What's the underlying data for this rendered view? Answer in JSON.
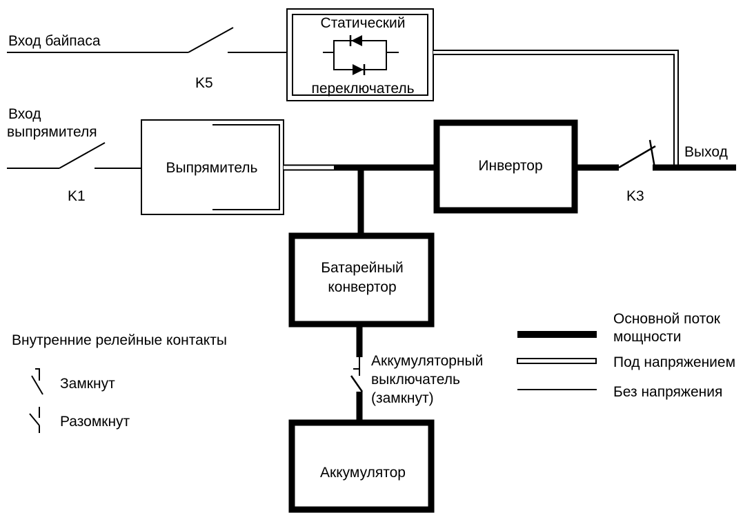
{
  "labels": {
    "bypass_input": "Вход байпаса",
    "rectifier_input_line1": "Вход",
    "rectifier_input_line2": "выпрямителя",
    "output": "Выход",
    "k1": "K1",
    "k3": "K3",
    "k5": "K5"
  },
  "blocks": {
    "static_switch_line1": "Статический",
    "static_switch_line2": "переключатель",
    "rectifier": "Выпрямитель",
    "inverter": "Инвертор",
    "battery_converter_line1": "Батарейный",
    "battery_converter_line2": "конвертор",
    "battery": "Аккумулятор"
  },
  "battery_breaker": {
    "line1": "Аккумуляторный",
    "line2": "выключатель",
    "line3": "(замкнут)"
  },
  "relay_legend": {
    "title": "Внутренние релейные контакты",
    "closed": "Замкнут",
    "open": "Разомкнут"
  },
  "line_legend": {
    "main_power_line1": "Основной поток",
    "main_power_line2": "мощности",
    "energized": "Под напряжением",
    "de_energized": "Без напряжения"
  },
  "colors": {
    "ink": "#000000",
    "paper": "#ffffff"
  }
}
